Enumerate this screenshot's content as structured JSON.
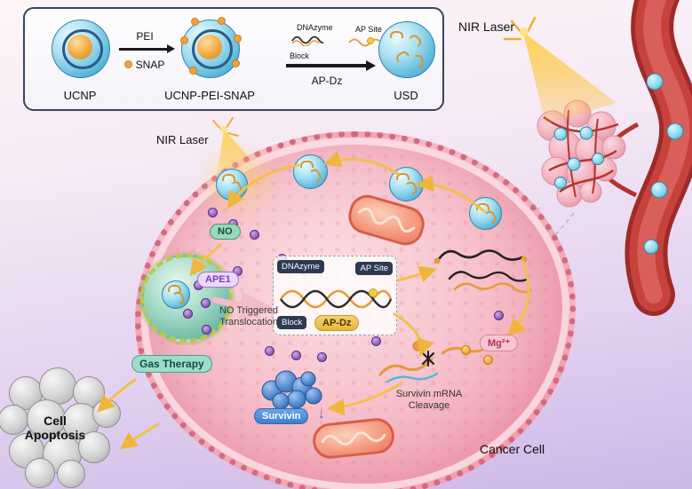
{
  "colors": {
    "accent_yellow_arrow": "#f0b53c",
    "no_badge": "#9ad8bd",
    "ape1_badge": "#ead9f8",
    "mg_badge": "#f7c6d2",
    "survivin_badge": "#3f7fc9",
    "gas_badge": "#9ddcca",
    "dark_badge": "#2d3a52",
    "apdz_badge": "#e9b43b",
    "vessel_red": "#c8423c",
    "cell_pink": "#f1a5b5",
    "particle_blue": "#5cb8da"
  },
  "scheme": {
    "pei": "PEI",
    "snap": "SNAP",
    "ucnp": "UCNP",
    "dnazyme": "DNAzyme",
    "ap_site": "AP Site",
    "block": "Block",
    "ap_dz": "AP-Dz",
    "ucnp_pei_snap": "UCNP-PEI-SNAP",
    "usd": "USD"
  },
  "right": {
    "nir_laser": "NIR Laser"
  },
  "cell": {
    "nir_laser": "NIR Laser",
    "no": "NO",
    "ape1": "APE1",
    "translocation": [
      "NO Triggered",
      "Translocation"
    ],
    "box": {
      "dnazyme": "DNAzyme",
      "ap_site": "AP Site",
      "block": "Block",
      "ap_dz": "AP-Dz"
    },
    "mg": "Mg²⁺",
    "cleavage": [
      "Survivin mRNA",
      "Cleavage"
    ],
    "survivin": "Survivin",
    "survivin_down": "↓",
    "gas_therapy": "Gas Therapy",
    "cancer_cell": "Cancer Cell"
  },
  "apoptosis": {
    "label": [
      "Cell",
      "Apoptosis"
    ]
  }
}
